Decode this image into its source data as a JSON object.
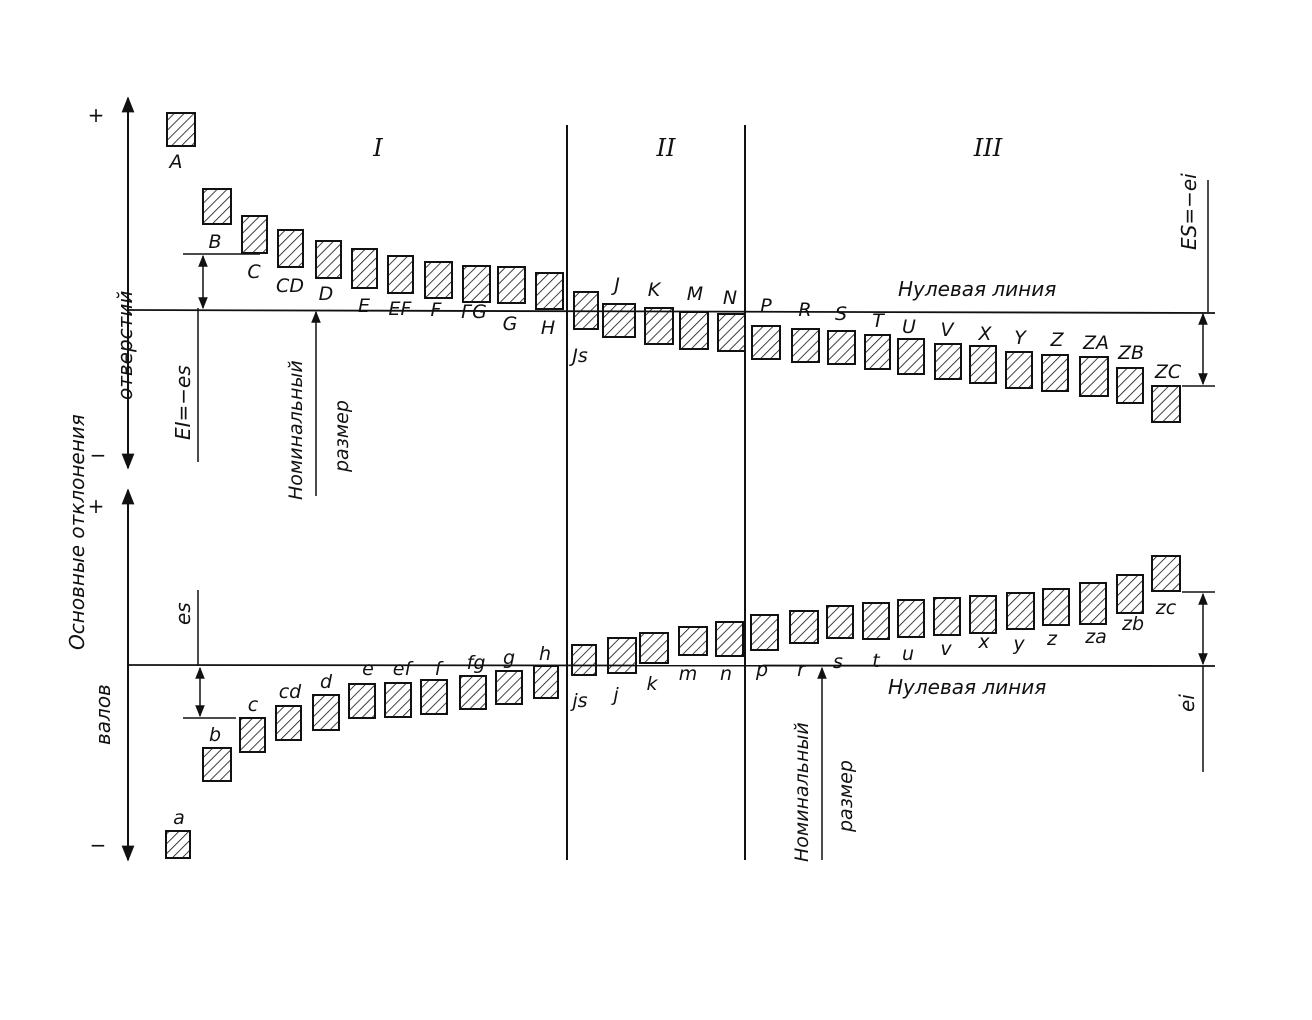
{
  "side_labels": {
    "basic_deviations": "Основные  отклонения",
    "holes": "отверстий",
    "shafts": "валов"
  },
  "signs": {
    "plus": "+",
    "minus": "−"
  },
  "zones": [
    "I",
    "II",
    "III"
  ],
  "zero_line_label": "Нулевая  линия",
  "nominal_size": [
    "Номинальный",
    "размер"
  ],
  "holes": {
    "ei_label": "EI=−es",
    "es_label": "ES=−ei",
    "letters": [
      "A",
      "B",
      "C",
      "CD",
      "D",
      "E",
      "EF",
      "F",
      "FG",
      "G",
      "H",
      "Js",
      "J",
      "K",
      "M",
      "N",
      "P",
      "R",
      "S",
      "T",
      "U",
      "V",
      "X",
      "Y",
      "Z",
      "ZA",
      "ZB",
      "ZC"
    ]
  },
  "shafts": {
    "es_label": "es",
    "ei_label": "ei",
    "letters": [
      "a",
      "b",
      "c",
      "cd",
      "d",
      "e",
      "ef",
      "f",
      "fg",
      "g",
      "h",
      "js",
      "j",
      "k",
      "m",
      "n",
      "p",
      "r",
      "s",
      "t",
      "u",
      "v",
      "x",
      "y",
      "z",
      "za",
      "zb",
      "zc"
    ]
  }
}
